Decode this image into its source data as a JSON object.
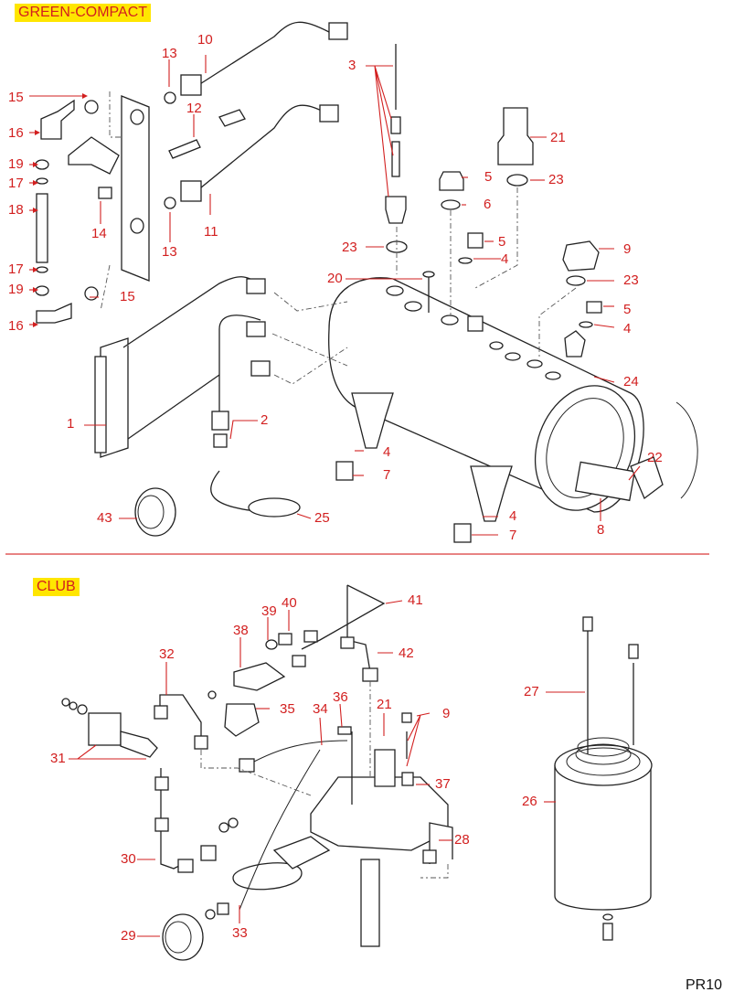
{
  "sections": [
    {
      "title": "GREEN-COMPACT",
      "callouts": [
        "1",
        "2",
        "3",
        "4",
        "4",
        "4",
        "4",
        "5",
        "5",
        "5",
        "6",
        "7",
        "7",
        "8",
        "9",
        "10",
        "11",
        "12",
        "13",
        "13",
        "14",
        "15",
        "15",
        "16",
        "16",
        "17",
        "17",
        "18",
        "19",
        "19",
        "20",
        "21",
        "22",
        "23",
        "23",
        "23",
        "24",
        "25",
        "43"
      ]
    },
    {
      "title": "CLUB",
      "callouts": [
        "9",
        "21",
        "26",
        "27",
        "28",
        "29",
        "30",
        "31",
        "32",
        "33",
        "34",
        "35",
        "36",
        "37",
        "38",
        "39",
        "40",
        "41",
        "42"
      ]
    }
  ],
  "page_code": "PR10",
  "colors": {
    "callout": "#d21f1f",
    "badge_bg": "#ffe600",
    "divider": "#e05a5a"
  }
}
